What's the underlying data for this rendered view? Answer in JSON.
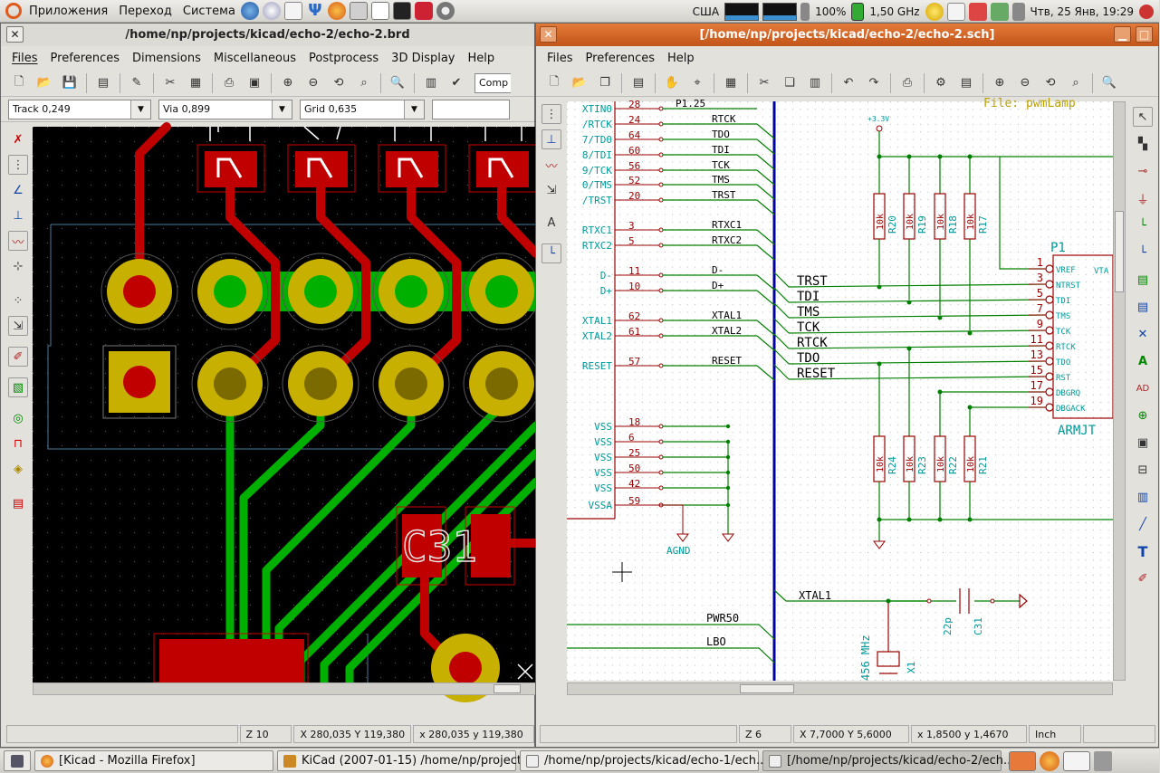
{
  "top_panel": {
    "menus": [
      "Приложения",
      "Переход",
      "Система"
    ],
    "keyboard_layout": "США",
    "battery": "100%",
    "cpu_freq": "1,50 GHz",
    "clock": "Чтв, 25 Янв, 19:29"
  },
  "pcb": {
    "title": "/home/np/projects/kicad/echo-2/echo-2.brd",
    "menus": [
      "Files",
      "Preferences",
      "Dimensions",
      "Miscellaneous",
      "Postprocess",
      "3D Display",
      "Help"
    ],
    "track_combo": "Track 0,249",
    "via_combo": "Via 0,899",
    "grid_combo": "Grid 0,635",
    "comp_field": "Comp",
    "component_label": "C31",
    "status": {
      "zoom": "Z 10",
      "abs_coords": "X 280,035 Y 119,380",
      "rel_coords": "x 280,035 y 119,380"
    }
  },
  "schematic": {
    "title": "[/home/np/projects/kicad/echo-2/echo-2.sch]",
    "menus": [
      "Files",
      "Preferences",
      "Help"
    ],
    "file_label": "File: pwmLamp",
    "ic_pins_left": [
      "XTIN0",
      "/RTCK",
      "7/TD0",
      "8/TDI",
      "9/TCK",
      "0/TMS",
      "/TRST",
      "RTXC1",
      "RTXC2",
      "D-",
      "D+",
      "XTAL1",
      "XTAL2",
      "RESET",
      "VSS",
      "VSS",
      "VSS",
      "VSS",
      "VSS",
      "VSSA"
    ],
    "ic_pin_numbers": [
      "28",
      "24",
      "64",
      "60",
      "56",
      "52",
      "20",
      "3",
      "5",
      "11",
      "10",
      "62",
      "61",
      "57",
      "18",
      "6",
      "25",
      "50",
      "42",
      "59"
    ],
    "net_labels": [
      "P1.25",
      "RTCK",
      "TDO",
      "TDI",
      "TCK",
      "TMS",
      "TRST",
      "RTXC1",
      "RTXC2",
      "D-",
      "D+",
      "XTAL1",
      "XTAL2",
      "RESET"
    ],
    "bus_labels": [
      "TRST",
      "TDI",
      "TMS",
      "TCK",
      "RTCK",
      "TDO",
      "RESET"
    ],
    "power": {
      "vcc": "+3.3V",
      "agnd": "AGND"
    },
    "resistors_top": [
      {
        "ref": "R20",
        "value": "10k"
      },
      {
        "ref": "R19",
        "value": "10k"
      },
      {
        "ref": "R18",
        "value": "10k"
      },
      {
        "ref": "R17",
        "value": "10k"
      }
    ],
    "resistors_bottom": [
      {
        "ref": "R24",
        "value": "10k"
      },
      {
        "ref": "R23",
        "value": "10k"
      },
      {
        "ref": "R22",
        "value": "10k"
      },
      {
        "ref": "R21",
        "value": "10k"
      }
    ],
    "connector": {
      "ref": "P1",
      "name": "ARMJT",
      "pins": [
        {
          "num": "1",
          "name": "VREF"
        },
        {
          "num": "3",
          "name": "NTRST"
        },
        {
          "num": "5",
          "name": "TDI"
        },
        {
          "num": "7",
          "name": "TMS"
        },
        {
          "num": "9",
          "name": "TCK"
        },
        {
          "num": "11",
          "name": "RTCK"
        },
        {
          "num": "13",
          "name": "TDO"
        },
        {
          "num": "15",
          "name": "RST"
        },
        {
          "num": "17",
          "name": "DBGRQ"
        },
        {
          "num": "19",
          "name": "DBGACK"
        }
      ],
      "vtarget_label": "VTA"
    },
    "xtal_net": "XTAL1",
    "cap": {
      "ref": "C31",
      "value": "22p"
    },
    "crystal": {
      "ref": "X1",
      "value": "456 MHz"
    },
    "bottom_nets": [
      "PWR50",
      "LBO"
    ],
    "status": {
      "zoom": "Z 6",
      "abs_coords": "X 7,7000 Y 5,6000",
      "rel_coords": "x 1,8500 y 1,4670",
      "units": "Inch"
    }
  },
  "taskbar": {
    "tasks": [
      "[Kicad - Mozilla Firefox]",
      "KiCad (2007-01-15) /home/np/project...",
      "/home/np/projects/kicad/echo-1/ech...",
      "[/home/np/projects/kicad/echo-2/ech..."
    ]
  },
  "colors": {
    "pcb_bg": "#000000",
    "copper_top": "#c00000",
    "copper_bottom": "#00b000",
    "pad": "#c8b000",
    "sch_wire": "#008000",
    "sch_component": "#9a0000",
    "sch_bus": "#0000a0",
    "sch_text": "#009999",
    "title_active": "#d2651f"
  }
}
